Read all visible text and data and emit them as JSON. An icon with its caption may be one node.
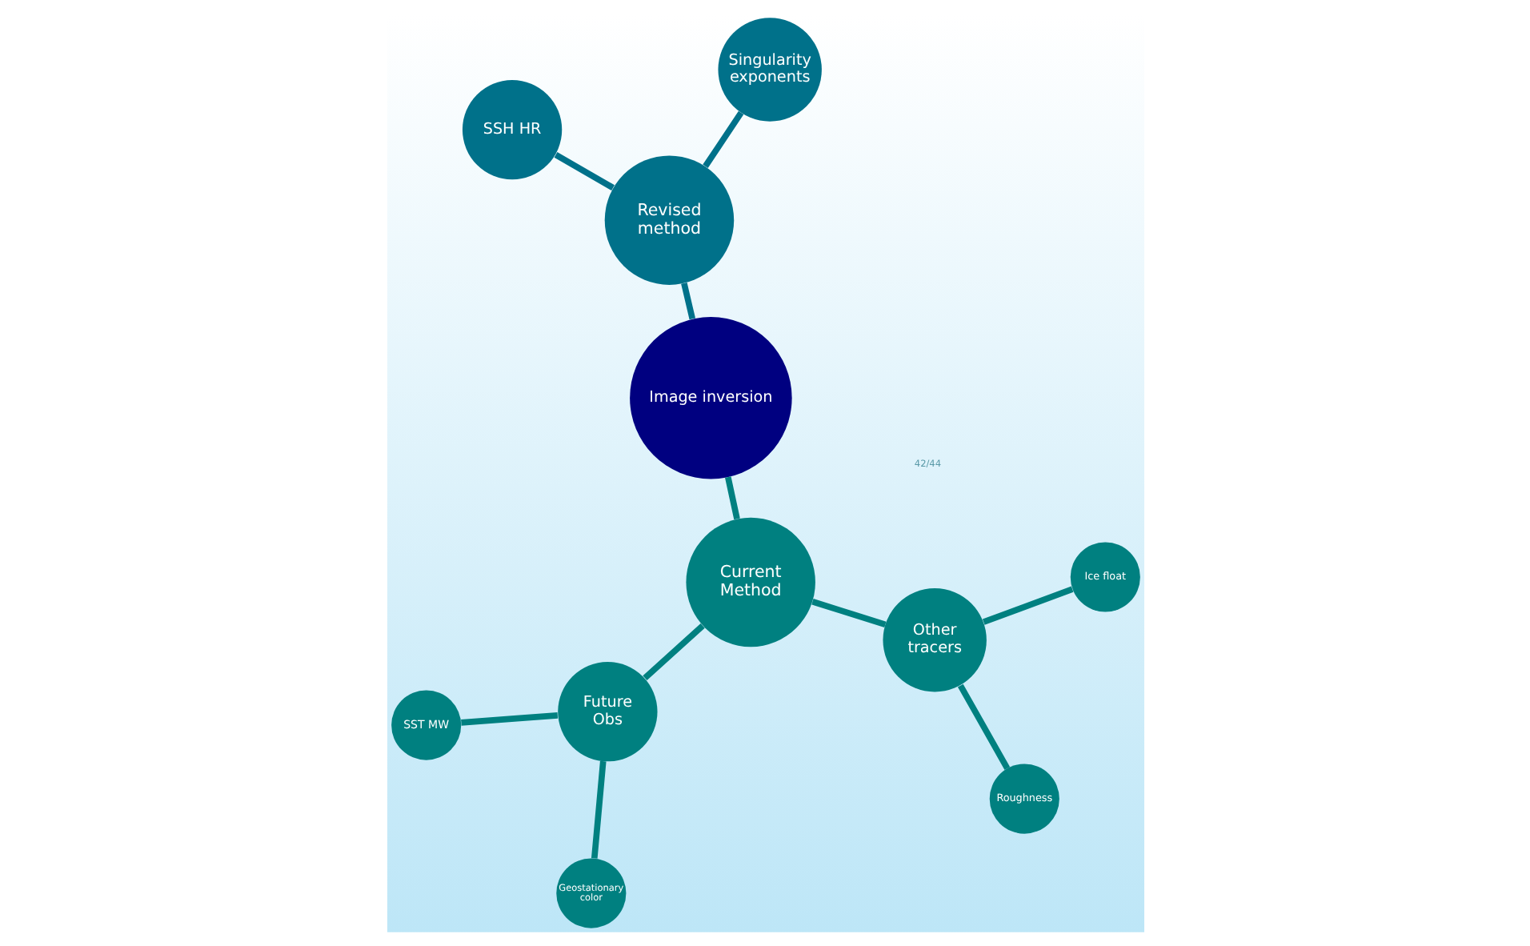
{
  "diagram": {
    "nodes": [
      {
        "text": [
          "Image inversion"
        ]
      },
      {
        "text": [
          "Revised method"
        ]
      },
      {
        "text": [
          "SSH HR"
        ]
      },
      {
        "text": [
          "Singularity exponents"
        ]
      },
      {
        "text": [
          "Current Method"
        ]
      },
      {
        "text": [
          "Future Obs"
        ]
      },
      {
        "text": [
          "SST MW"
        ]
      },
      {
        "text": [
          "Geostationary color"
        ]
      },
      {
        "text": [
          "Other tracers"
        ]
      },
      {
        "text": [
          "Ice float"
        ]
      },
      {
        "text": [
          "Roughness"
        ]
      }
    ],
    "edges": [
      {
        "from": 0,
        "to": 1,
        "arrow": "none"
      },
      {
        "from": 1,
        "to": 2,
        "arrow": "none"
      },
      {
        "from": 1,
        "to": 3,
        "arrow": "none"
      },
      {
        "from": 0,
        "to": 4,
        "arrow": "none"
      },
      {
        "from": 4,
        "to": 5,
        "arrow": "none"
      },
      {
        "from": 5,
        "to": 6,
        "arrow": "none"
      },
      {
        "from": 5,
        "to": 7,
        "arrow": "none"
      },
      {
        "from": 4,
        "to": 8,
        "arrow": "none"
      },
      {
        "from": 8,
        "to": 9,
        "arrow": "none"
      },
      {
        "from": 8,
        "to": 10,
        "arrow": "none"
      }
    ],
    "labels": [
      "42/44"
    ]
  }
}
